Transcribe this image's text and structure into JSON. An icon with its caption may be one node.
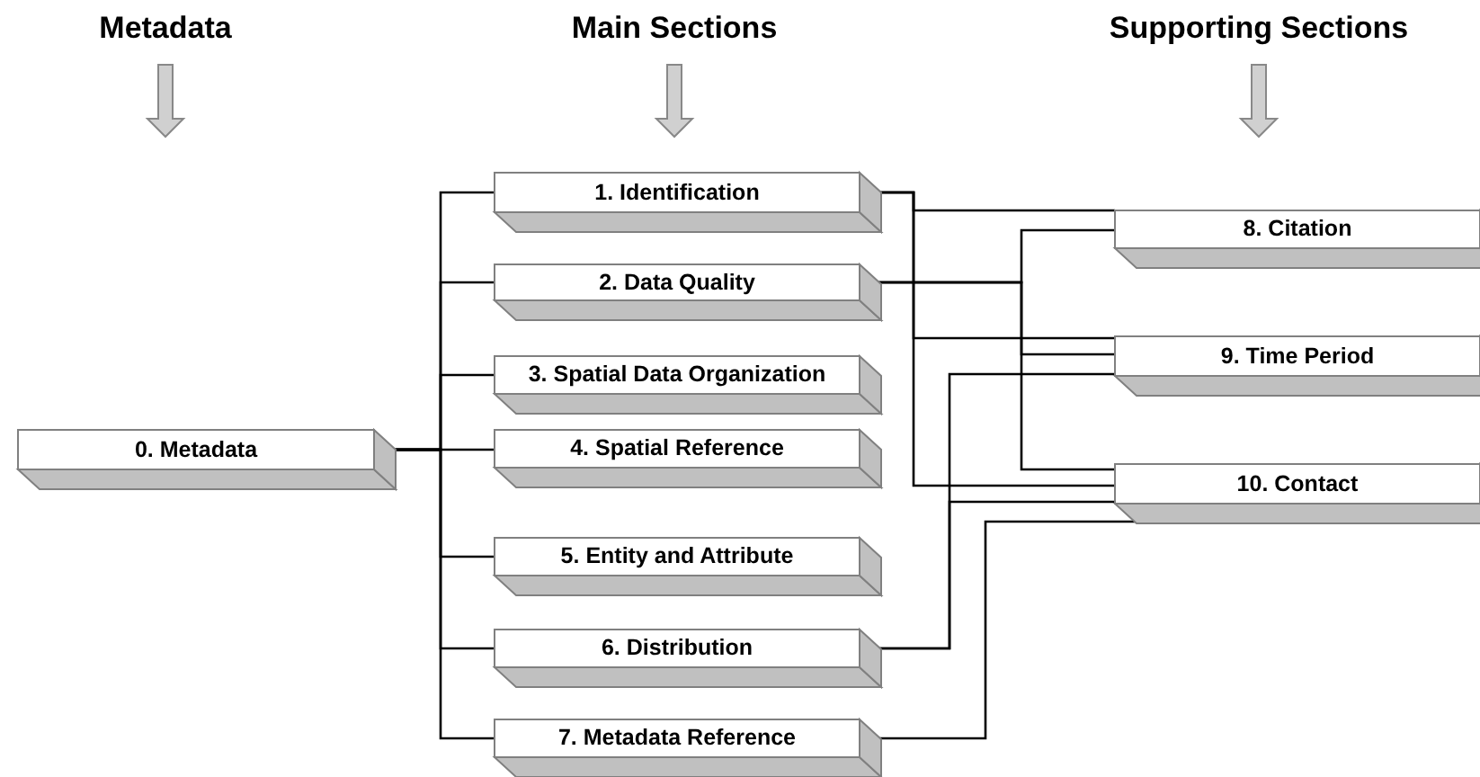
{
  "diagram": {
    "nodes": [
      {
        "text": [
          "0. Metadata"
        ]
      },
      {
        "text": [
          "1. Identification"
        ]
      },
      {
        "text": [
          "2. Data Quality"
        ]
      },
      {
        "text": [
          "3. Spatial Data Organization"
        ]
      },
      {
        "text": [
          "4. Spatial Reference"
        ]
      },
      {
        "text": [
          "5. Entity and Attribute"
        ]
      },
      {
        "text": [
          "6. Distribution"
        ]
      },
      {
        "text": [
          "7. Metadata Reference"
        ]
      },
      {
        "text": [
          "8. Citation"
        ]
      },
      {
        "text": [
          "9. Time Period"
        ]
      },
      {
        "text": [
          "10. Contact"
        ]
      }
    ],
    "edges": [
      {
        "from": 0,
        "to": 1,
        "arrow": "none"
      },
      {
        "from": 0,
        "to": 2,
        "arrow": "none"
      },
      {
        "from": 0,
        "to": 3,
        "arrow": "none"
      },
      {
        "from": 0,
        "to": 4,
        "arrow": "none"
      },
      {
        "from": 0,
        "to": 5,
        "arrow": "none"
      },
      {
        "from": 0,
        "to": 6,
        "arrow": "none"
      },
      {
        "from": 0,
        "to": 7,
        "arrow": "none"
      },
      {
        "from": 1,
        "to": 8,
        "arrow": "none"
      },
      {
        "from": 1,
        "to": 9,
        "arrow": "none"
      },
      {
        "from": 1,
        "to": 10,
        "arrow": "none"
      },
      {
        "from": 2,
        "to": 8,
        "arrow": "none"
      },
      {
        "from": 2,
        "to": 9,
        "arrow": "none"
      },
      {
        "from": 2,
        "to": 10,
        "arrow": "none"
      },
      {
        "from": 6,
        "to": 9,
        "arrow": "none"
      },
      {
        "from": 6,
        "to": 10,
        "arrow": "none"
      },
      {
        "from": 7,
        "to": 10,
        "arrow": "none"
      }
    ],
    "labels": [
      "Metadata",
      "Main Sections",
      "Supporting Sections"
    ]
  }
}
